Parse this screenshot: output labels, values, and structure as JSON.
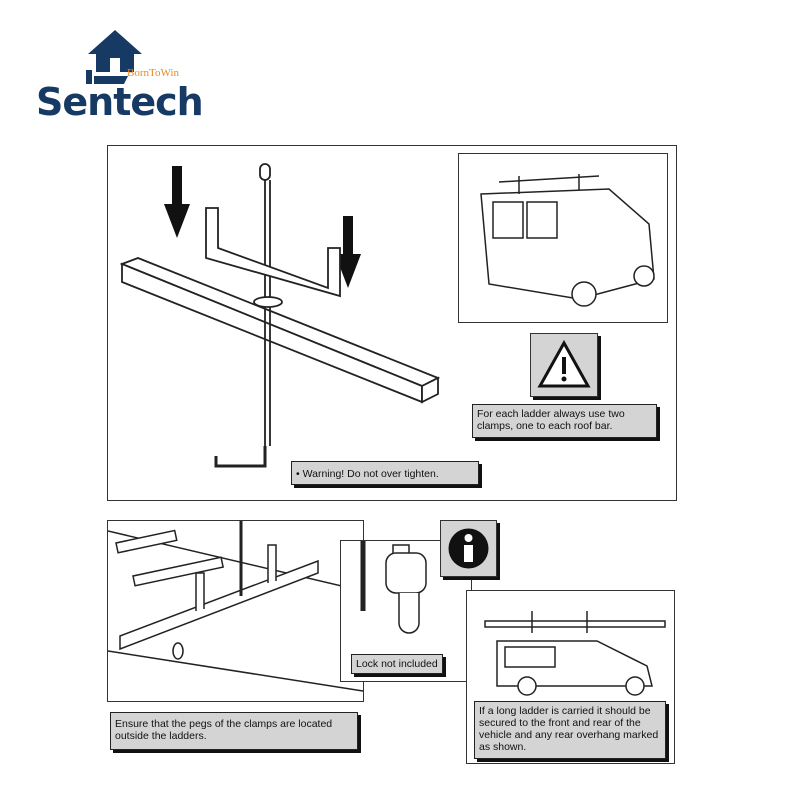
{
  "brand": {
    "name": "Sentech",
    "tagline": "BornToWin",
    "color": "#163a63",
    "tagline_color": "#e98a1d"
  },
  "captions": {
    "two_clamps": "For each ladder always use two clamps, one to each roof bar.",
    "warning": "• Warning! Do not over tighten.",
    "lock": "Lock not included",
    "pegs": "Ensure that the pegs of the clamps are located outside the ladders.",
    "long_ladder": "If a long ladder is carried it should be secured to the front and rear of the vehicle and any rear overhang marked as shown."
  },
  "icons": [
    "warning-triangle-icon",
    "info-icon",
    "arrow-down-icon"
  ]
}
